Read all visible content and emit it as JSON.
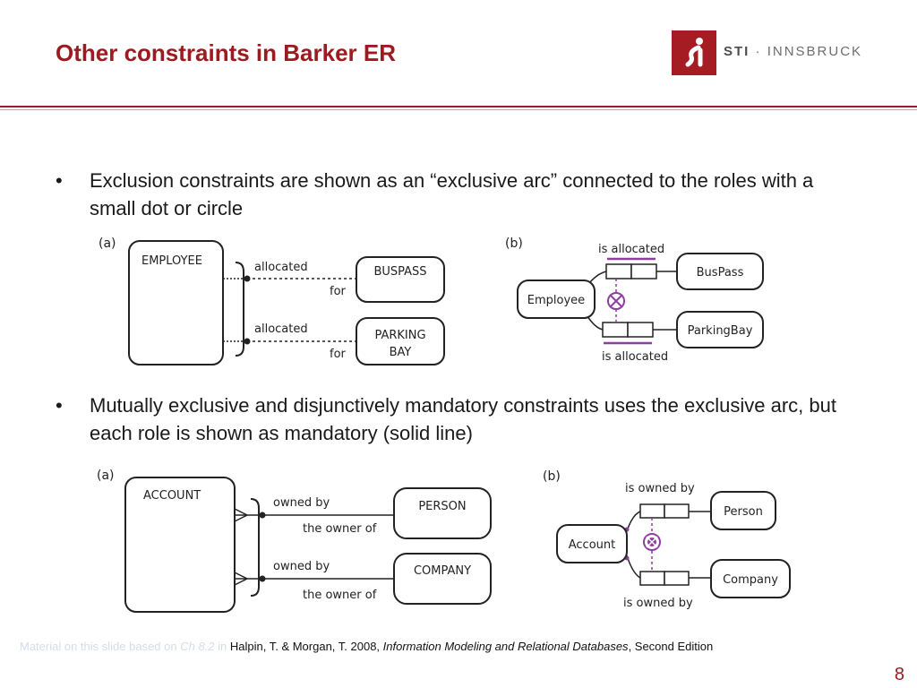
{
  "slide": {
    "title": "Other constraints in Barker ER",
    "logo": {
      "brand": "STI",
      "separator": " · ",
      "name": "INNSBRUCK"
    },
    "bullets": [
      {
        "marker": "•",
        "text": "Exclusion constraints are shown as an “exclusive arc” connected to the roles with a small dot or circle"
      },
      {
        "marker": "•",
        "text": "Mutually exclusive and disjunctively mandatory constraints uses the exclusive arc, but each role is shown as mandatory (solid line)"
      }
    ],
    "diagram1": {
      "a": {
        "label": "(a)",
        "entity": "EMPLOYEE",
        "targets": [
          "BUSPASS",
          "PARKING",
          "BAY"
        ],
        "roles": [
          "allocated",
          "for",
          "allocated",
          "for"
        ]
      },
      "b": {
        "label": "(b)",
        "entity": "Employee",
        "targets": [
          "BusPass",
          "ParkingBay"
        ],
        "roles": [
          "is allocated",
          "is allocated"
        ]
      }
    },
    "diagram2": {
      "a": {
        "label": "(a)",
        "entity": "ACCOUNT",
        "targets": [
          "PERSON",
          "COMPANY"
        ],
        "roles": [
          "owned by",
          "the owner of",
          "owned by",
          "the owner of"
        ]
      },
      "b": {
        "label": "(b)",
        "entity": "Account",
        "targets": [
          "Person",
          "Company"
        ],
        "roles": [
          "is owned by",
          "is owned by"
        ]
      }
    },
    "footer": {
      "prefix": "Material on this slide based on ",
      "chapter": "Ch 8.2",
      "in": " in ",
      "authors": "Halpin, T. & Morgan, T. 2008, ",
      "book": "Information Modeling and Relational Databases",
      "edition": ", Second Edition"
    },
    "page_number": "8",
    "colors": {
      "accent": "#9b1c20",
      "logo": "#a51c22",
      "constraint": "#8d3fa0"
    }
  }
}
